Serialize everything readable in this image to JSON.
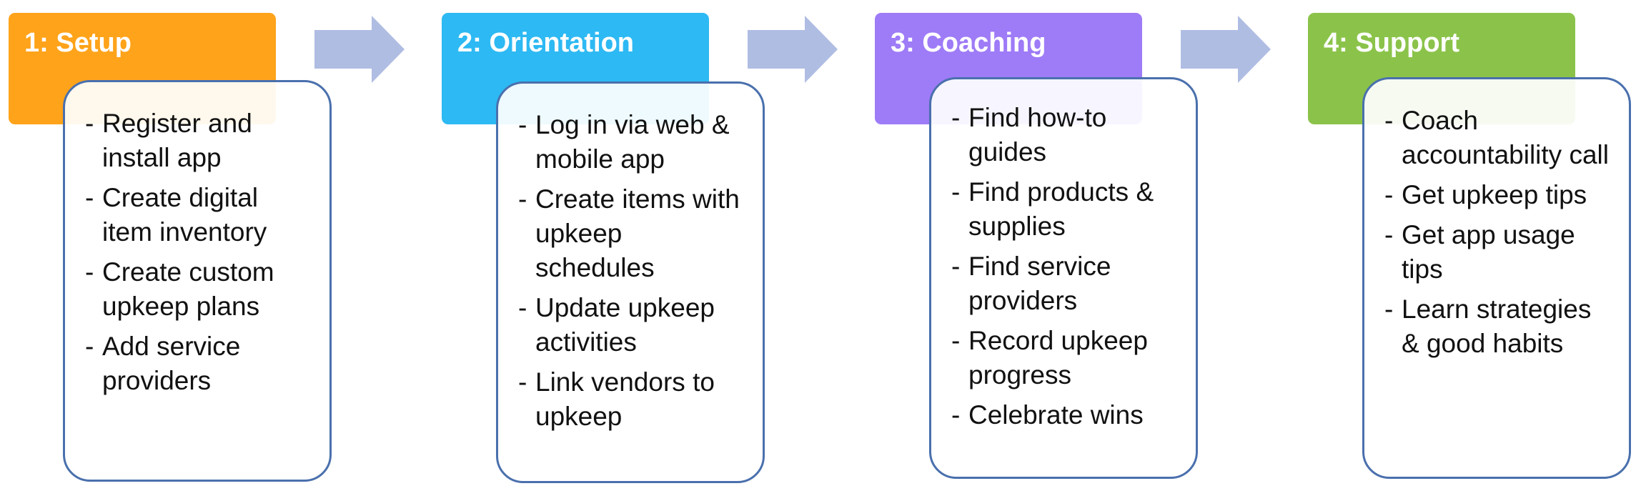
{
  "stages": [
    {
      "title": "1: Setup",
      "color": "#ffa31a",
      "items": [
        "Register and install app",
        "Create digital item inventory",
        "Create custom upkeep plans",
        "Add service providers"
      ]
    },
    {
      "title": "2: Orientation",
      "color": "#2db9f3",
      "items": [
        "Log in via web & mobile app",
        "Create items with upkeep schedules",
        "Update upkeep activities",
        "Link vendors to upkeep"
      ]
    },
    {
      "title": "3: Coaching",
      "color": "#9e7bf7",
      "items": [
        "Find how-to guides",
        "Find products & supplies",
        "Find service providers",
        "Record upkeep progress",
        "Celebrate wins"
      ]
    },
    {
      "title": "4: Support",
      "color": "#8bc34a",
      "items": [
        "Coach accountability call",
        "Get upkeep tips",
        "Get app usage tips",
        "Learn strategies & good habits"
      ]
    }
  ],
  "arrow_color": "#b0bde3",
  "card_border_color": "#4a70ad"
}
